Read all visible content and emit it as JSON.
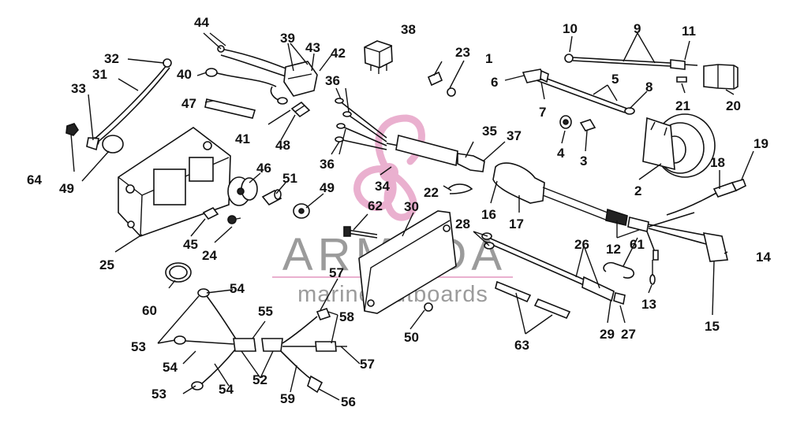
{
  "watermark": {
    "brand": "ARMADA",
    "tagline": "marine outboards",
    "logo": "propeller-logo",
    "color_primary": "#777777",
    "color_accent": "#e7a3c7"
  },
  "callouts": [
    "1",
    "2",
    "3",
    "4",
    "5",
    "6",
    "7",
    "8",
    "9",
    "10",
    "11",
    "12",
    "13",
    "14",
    "15",
    "16",
    "17",
    "18",
    "19",
    "20",
    "21",
    "22",
    "23",
    "24",
    "25",
    "26",
    "27",
    "28",
    "29",
    "30",
    "31",
    "32",
    "33",
    "34",
    "35",
    "36",
    "37",
    "38",
    "39",
    "40",
    "41",
    "42",
    "43",
    "44",
    "45",
    "46",
    "47",
    "48",
    "49",
    "50",
    "51",
    "52",
    "53",
    "54",
    "55",
    "56",
    "57",
    "58",
    "59",
    "60",
    "61",
    "62",
    "63",
    "64"
  ]
}
